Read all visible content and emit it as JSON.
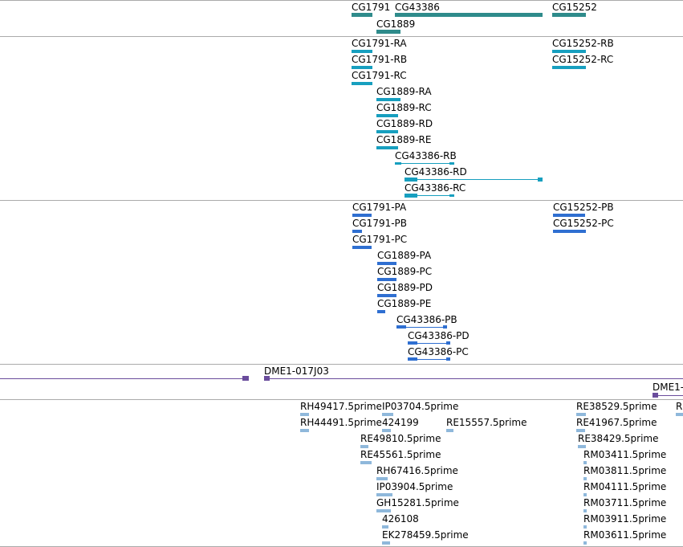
{
  "colors": {
    "gene": "#2e8b8b",
    "transcript": "#179fbf",
    "protein": "#2f6fd1",
    "clone": "#6a4c9c",
    "est": "#8fb8db",
    "separator": "#aaaaaa"
  },
  "tracks": {
    "genes": {
      "labels": [
        "CG1791",
        "CG43386",
        "CG15252",
        "CG1889"
      ]
    },
    "transcripts": {
      "labels": [
        "CG1791-RA",
        "CG15252-RB",
        "CG1791-RB",
        "CG15252-RC",
        "CG1791-RC",
        "CG1889-RA",
        "CG1889-RC",
        "CG1889-RD",
        "CG1889-RE",
        "CG43386-RB",
        "CG43386-RD",
        "CG43386-RC"
      ]
    },
    "proteins": {
      "labels": [
        "CG1791-PA",
        "CG15252-PB",
        "CG1791-PB",
        "CG15252-PC",
        "CG1791-PC",
        "CG1889-PA",
        "CG1889-PC",
        "CG1889-PD",
        "CG1889-PE",
        "CG43386-PB",
        "CG43386-PD",
        "CG43386-PC"
      ]
    },
    "clones": {
      "labels": [
        "DME1-017J03",
        "DME1-"
      ]
    },
    "ests": {
      "labels": [
        "RH49417.5prime",
        "IP03704.5prime",
        "RE38529.5prime",
        "R",
        "RH44491.5prime",
        "424199",
        "RE15557.5prime",
        "RE41967.5prime",
        "RE49810.5prime",
        "RE38429.5prime",
        "RE45561.5prime",
        "RM03411.5prime",
        "RH67416.5prime",
        "RM03811.5prime",
        "IP03904.5prime",
        "RM04111.5prime",
        "GH15281.5prime",
        "RM03711.5prime",
        "426108",
        "RM03911.5prime",
        "EK278459.5prime",
        "RM03611.5prime"
      ]
    }
  }
}
